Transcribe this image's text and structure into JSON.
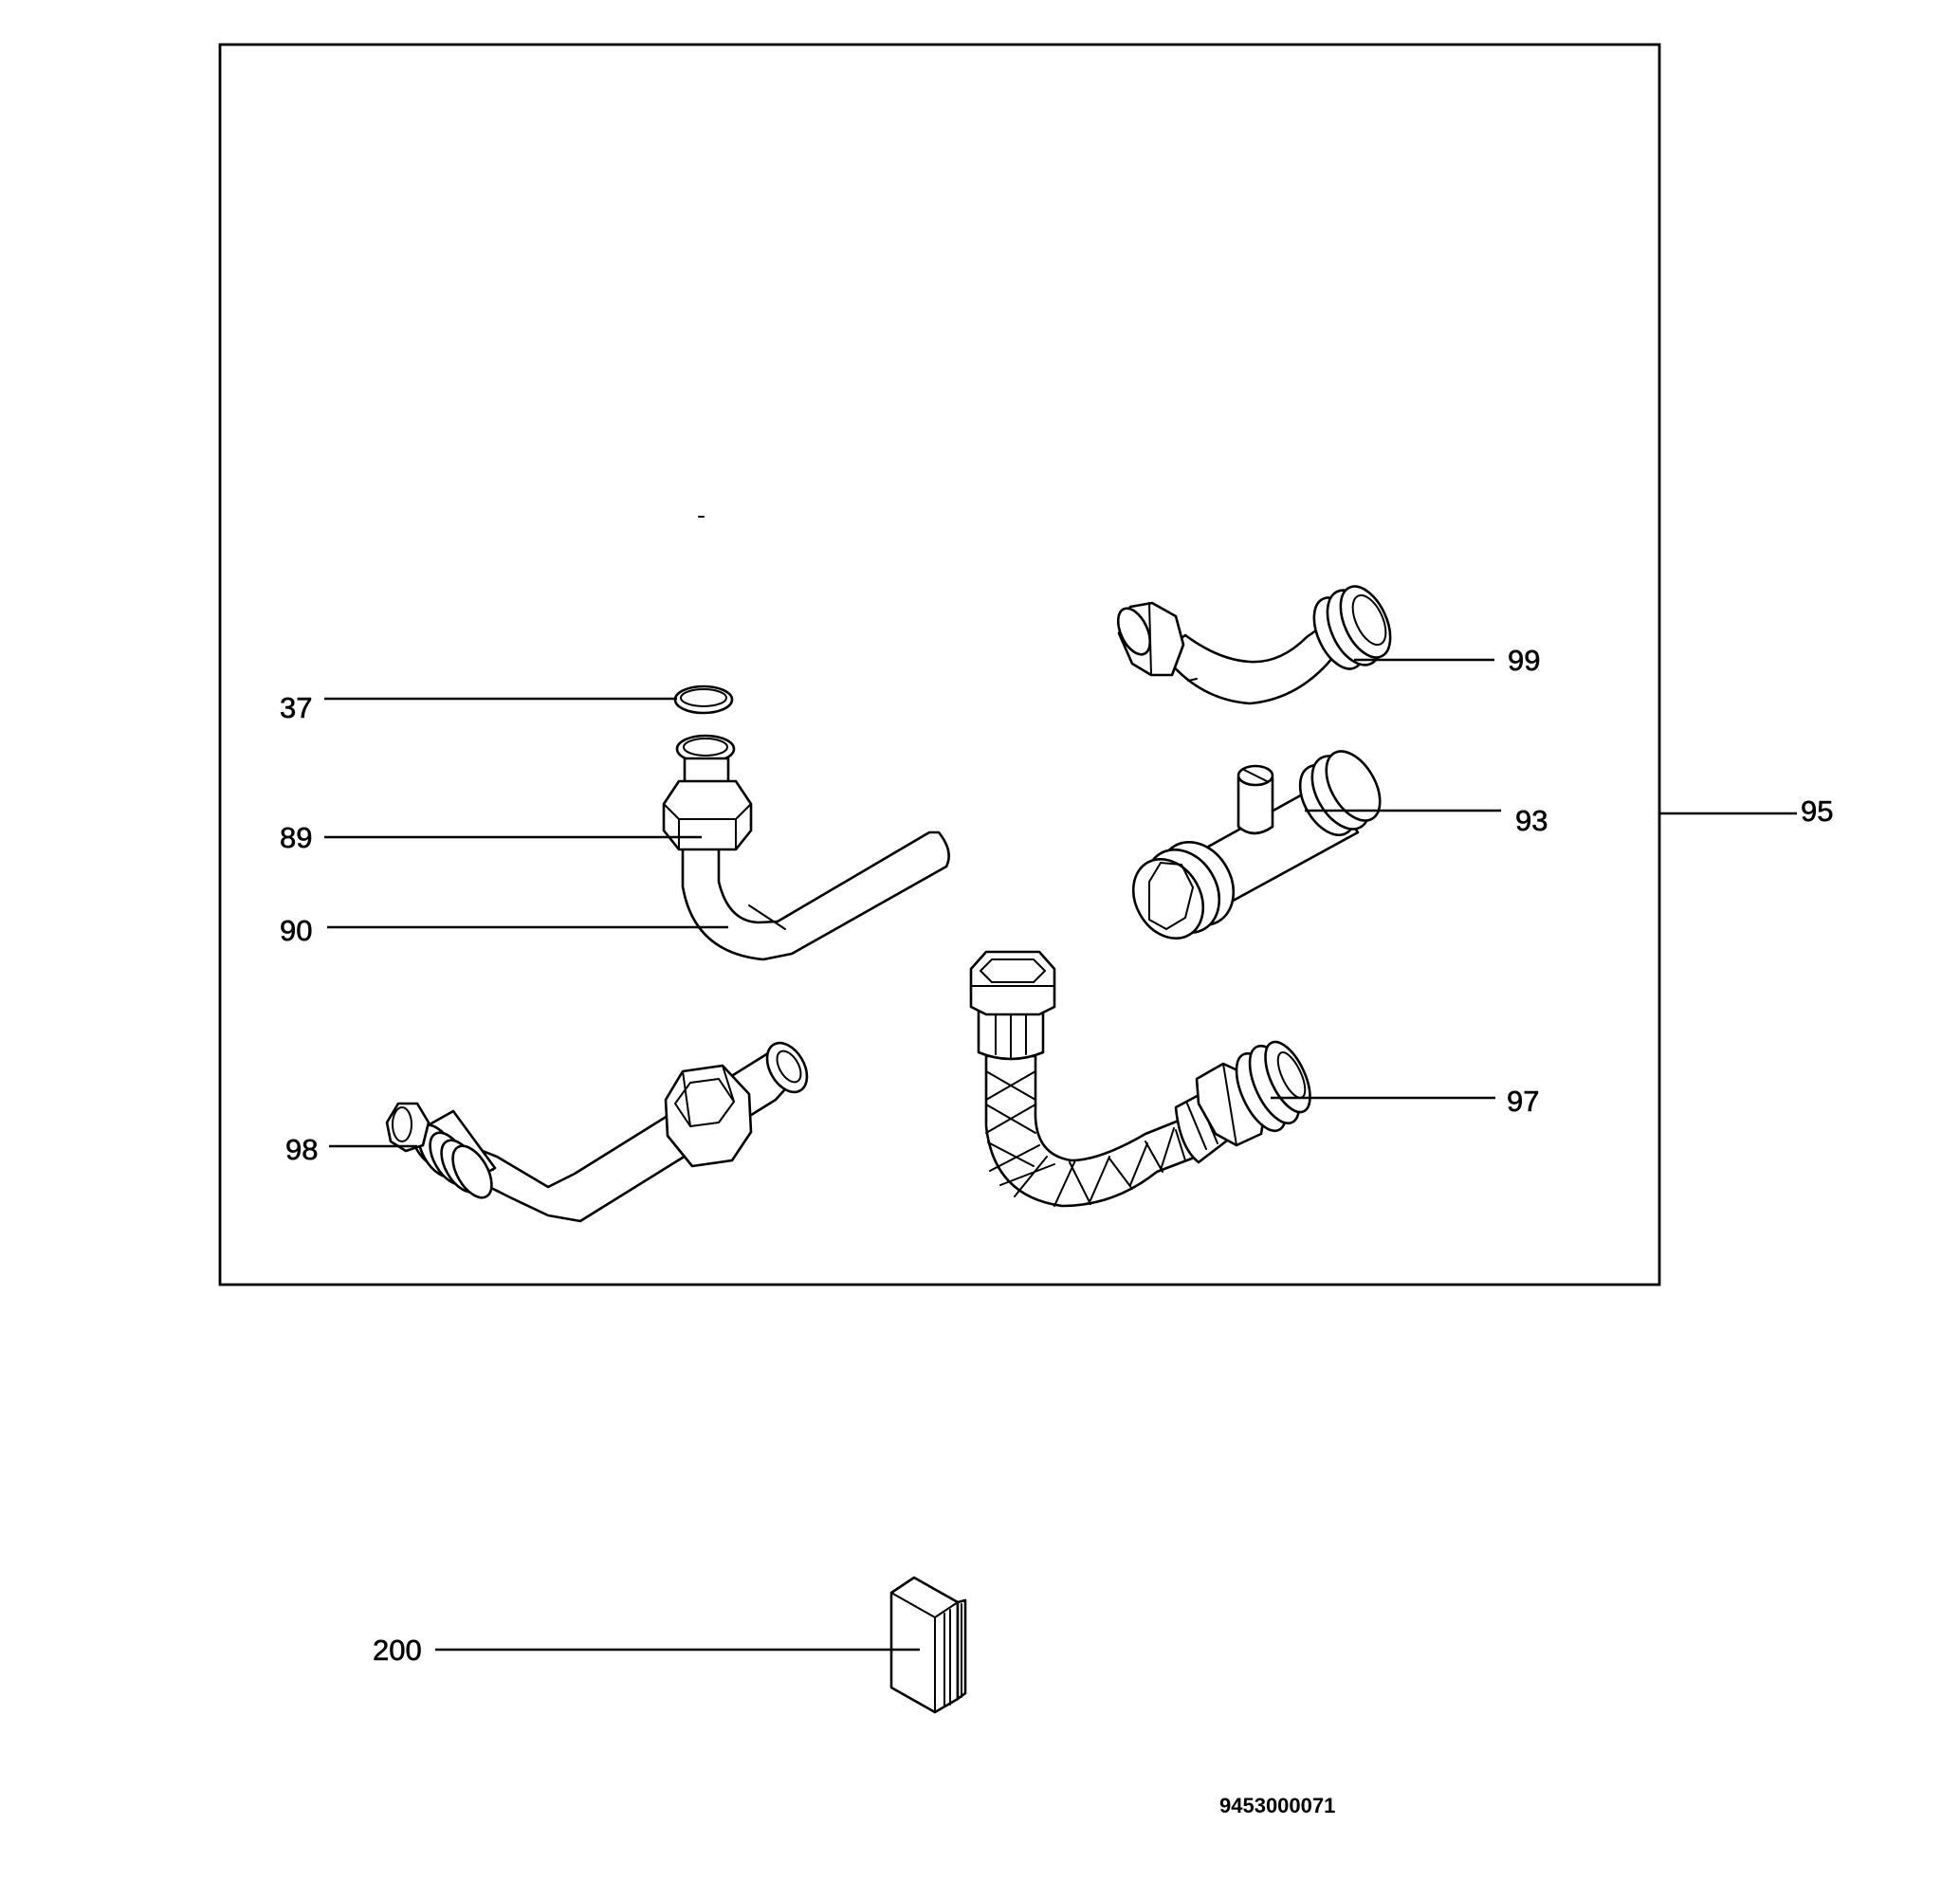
{
  "diagram": {
    "callouts": {
      "p37": "37",
      "p89": "89",
      "p90": "90",
      "p98": "98",
      "p99": "99",
      "p93": "93",
      "p95": "95",
      "p97": "97",
      "p200": "200"
    },
    "document_number": "9453000071"
  }
}
